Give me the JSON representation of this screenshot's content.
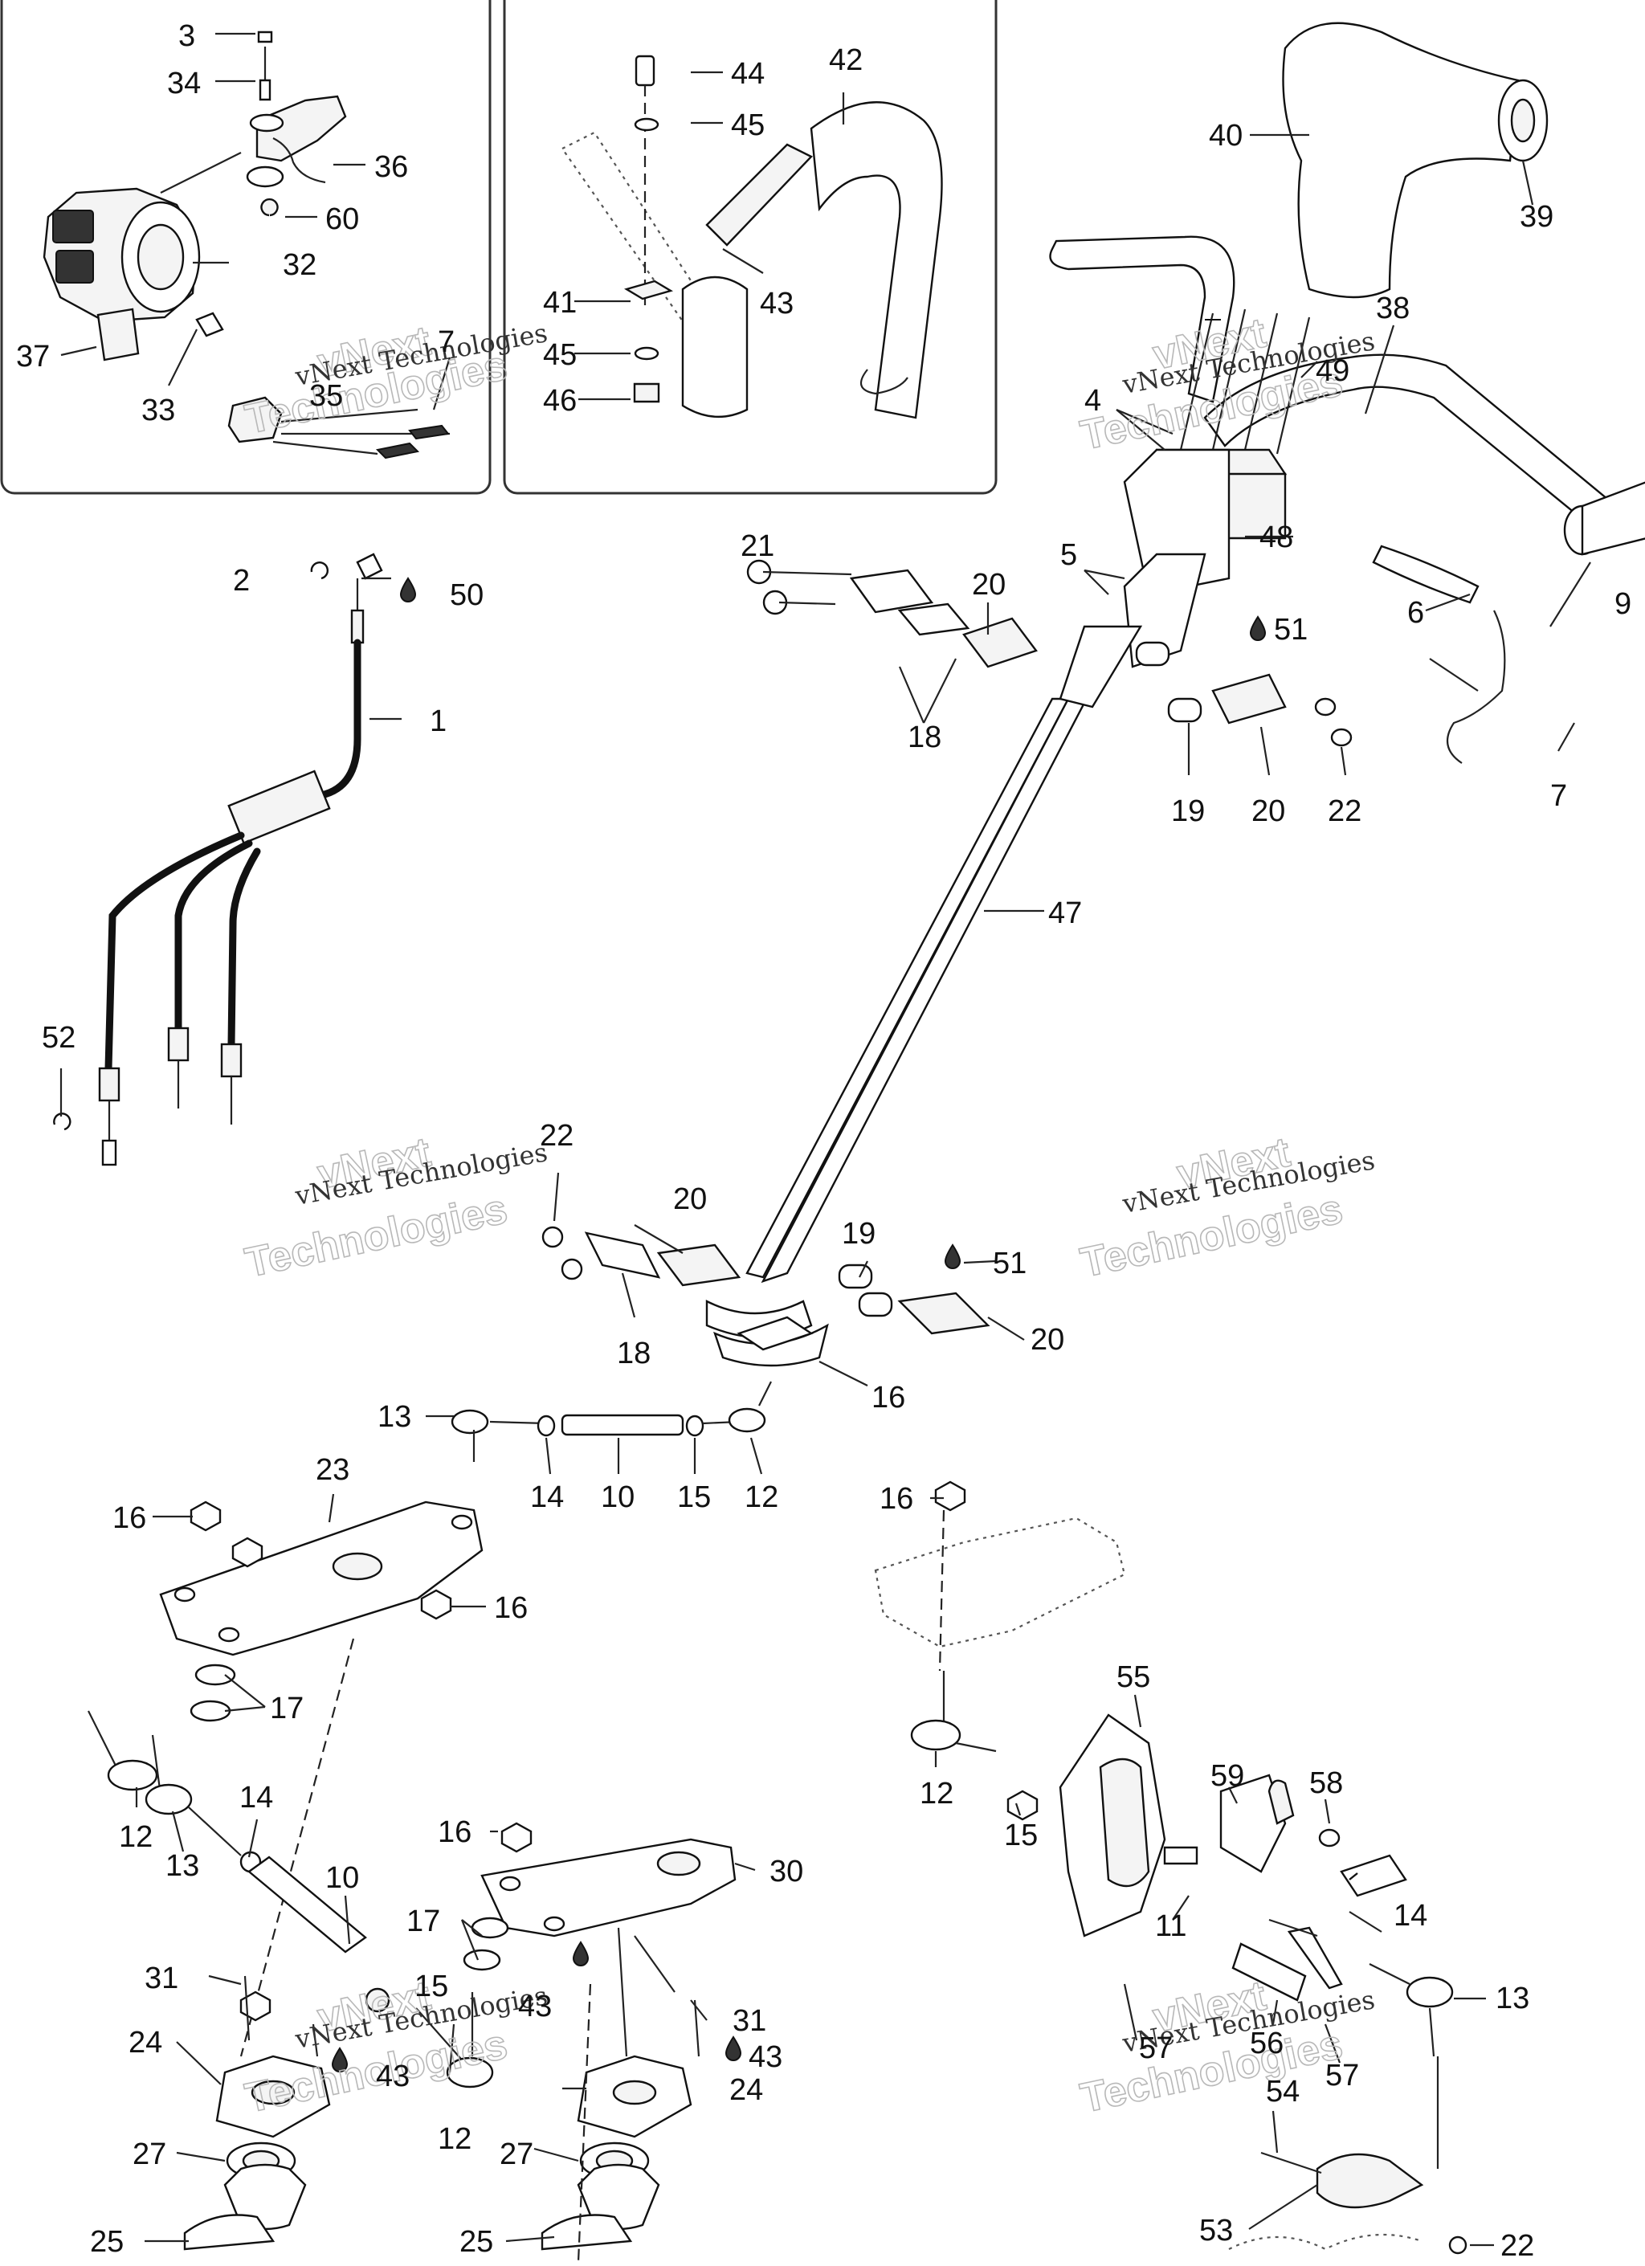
{
  "callouts": [
    "1",
    "2",
    "3",
    "4",
    "5",
    "6",
    "7",
    "9",
    "10",
    "11",
    "12",
    "13",
    "14",
    "15",
    "16",
    "17",
    "18",
    "19",
    "20",
    "21",
    "22",
    "23",
    "24",
    "25",
    "27",
    "30",
    "31",
    "32",
    "33",
    "34",
    "35",
    "36",
    "37",
    "38",
    "39",
    "40",
    "41",
    "42",
    "43",
    "44",
    "45",
    "46",
    "47",
    "48",
    "49",
    "50",
    "51",
    "52",
    "53",
    "54",
    "55",
    "56",
    "57",
    "58",
    "59",
    "60"
  ],
  "watermark": {
    "small": "vNext Technologies",
    "big_top": "vNext",
    "big_bottom": "Technologies"
  }
}
